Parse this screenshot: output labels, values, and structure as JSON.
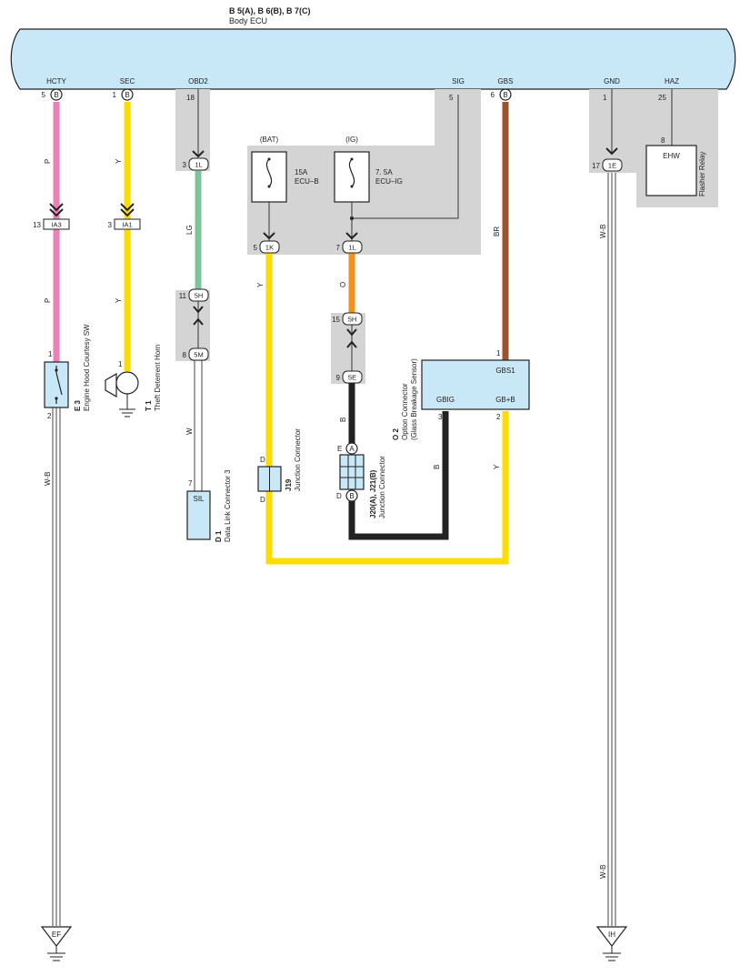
{
  "ecu": {
    "header": "B 5(A), B 6(B), B 7(C)",
    "name": "Body ECU",
    "terminals": [
      "HCTY",
      "SEC",
      "OBD2",
      "SIG",
      "GBS",
      "GND",
      "HAZ"
    ]
  },
  "pins": {
    "hcty_pin": "5",
    "hcty_conn": "B",
    "sec_pin": "1",
    "sec_conn": "B",
    "obd2_pin": "18",
    "sig_pin": "5",
    "gbs_pin": "6",
    "gbs_conn": "B",
    "gnd_pin": "1",
    "haz_pin": "25",
    "ehw_pin": "8"
  },
  "wire_colors": {
    "P": "#f07fb5",
    "Y": "#fddc00",
    "LG": "#7dc49a",
    "O": "#f39120",
    "B": "#222222",
    "BR": "#a0522d",
    "W": "#ffffff",
    "W-B": "#ffffff"
  },
  "wire_labels": {
    "hcty_upper": "P",
    "hcty_lower": "P",
    "sec_upper": "Y",
    "sec_lower": "Y",
    "obd_upper": "LG",
    "obd_lower": "W",
    "bat_out": "Y",
    "ig_out": "O",
    "ig_lower": "B",
    "gbs": "BR",
    "gbig": "B",
    "gbb": "Y",
    "gnd_upper": "W-B",
    "gnd_lower": "W-B",
    "e3_ground": "W-B"
  },
  "connectors": {
    "ia3": {
      "label": "IA3",
      "pin": "13"
    },
    "ia1": {
      "label": "IA1",
      "pin": "3"
    },
    "obd_1l": {
      "label": "1L",
      "pin": "3"
    },
    "obd_5h": {
      "label": "5H",
      "pin": "11"
    },
    "obd_5m": {
      "label": "5M",
      "pin": "8"
    },
    "bat_1k": {
      "label": "1K",
      "pin": "5"
    },
    "ig_1l": {
      "label": "1L",
      "pin": "7"
    },
    "ig_5h": {
      "label": "5H",
      "pin": "15"
    },
    "ig_5e": {
      "label": "5E",
      "pin": "9"
    },
    "gnd_1e": {
      "label": "1E",
      "pin": "17"
    }
  },
  "fuses": {
    "bat": {
      "source": "(BAT)",
      "rating": "15A",
      "name": "ECU–B"
    },
    "ig": {
      "source": "(IG)",
      "rating": "7. 5A",
      "name": "ECU–IG"
    }
  },
  "components": {
    "e3": {
      "code": "E 3",
      "name": "Engine Hood Courtesy SW",
      "pin_top": "1",
      "pin_bottom": "2"
    },
    "t1": {
      "code": "T 1",
      "name": "Theft Deterrent Horn",
      "pin": "1"
    },
    "d1": {
      "code": "D 1",
      "name": "Data Link Connector 3",
      "terminal": "SIL",
      "pin": "7"
    },
    "j19": {
      "code": "J19",
      "name": "Junction Connector",
      "pin_top": "D",
      "pin_bottom": "D"
    },
    "j20": {
      "code": "J20(A), J21(B)",
      "name": "Junction Connector",
      "pin_top": "E",
      "conn_top": "A",
      "pin_bottom": "D",
      "conn_bottom": "B"
    },
    "o2": {
      "code": "O 2",
      "name": "Option Connector",
      "subtitle": "(Glass Breakage Sensor)",
      "terminal_top": "GBS1",
      "terminal_left": "GBIG",
      "terminal_right": "GB+B",
      "pin_top": "1",
      "pin_left": "3",
      "pin_right": "2"
    },
    "flasher": {
      "name": "Flasher Relay",
      "terminal": "EHW"
    }
  },
  "grounds": {
    "left": "EF",
    "right": "IH"
  }
}
